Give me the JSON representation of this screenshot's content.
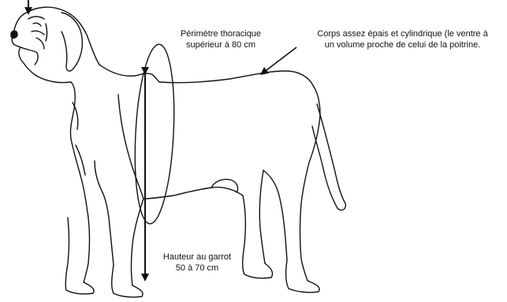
{
  "annotations": {
    "thorax": {
      "line1": "Périmètre thoracique",
      "line2": "supérieur à 80 cm"
    },
    "corps": {
      "line1": "Corps assez épais et cylindrique (le ventre à",
      "line2": "un volume proche de celui de la poitrine."
    },
    "garrot": {
      "line1": "Hauteur au garrot",
      "line2": "50 à 70 cm"
    }
  },
  "colors": {
    "ink": "#111111",
    "background": "#ffffff"
  }
}
